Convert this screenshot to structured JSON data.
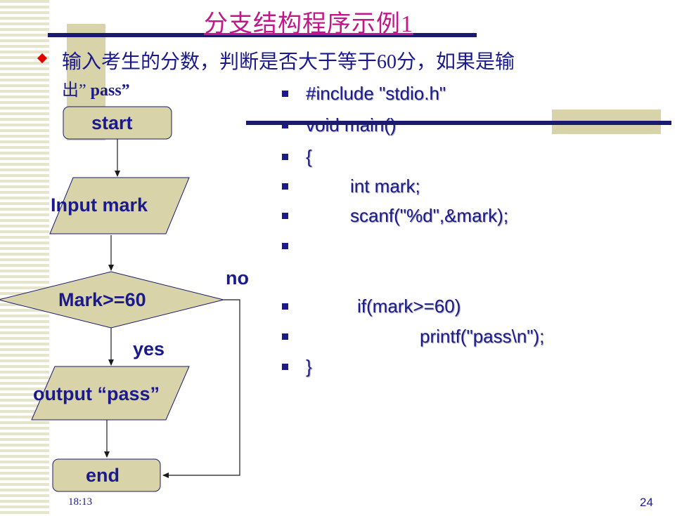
{
  "slide": {
    "title": "分支结构程序示例1",
    "question_line1": "输入考生的分数，判断是否大于等于60分，如果是输",
    "question_line2_prefix": "出”",
    "question_line2_code": "pass”",
    "time": "18:13",
    "page_number": "24"
  },
  "flowchart": {
    "start": "start",
    "input": "Input mark",
    "decision": "Mark>=60",
    "no_label": "no",
    "yes_label": "yes",
    "output": "output “pass”",
    "end": "end"
  },
  "code": {
    "lines": [
      "#include \"stdio.h\"",
      "void main()",
      "{",
      "int mark;",
      "scanf(\"%d\",&mark);",
      "",
      "if(mark>=60)",
      "printf(\"pass\\n\");",
      "}"
    ]
  },
  "colors": {
    "title": "#c0188a",
    "text": "#1a1a8e",
    "shape_fill": "#d8d3a8",
    "bar": "#1a1a6e",
    "bullet_diamond": "#e00000"
  }
}
